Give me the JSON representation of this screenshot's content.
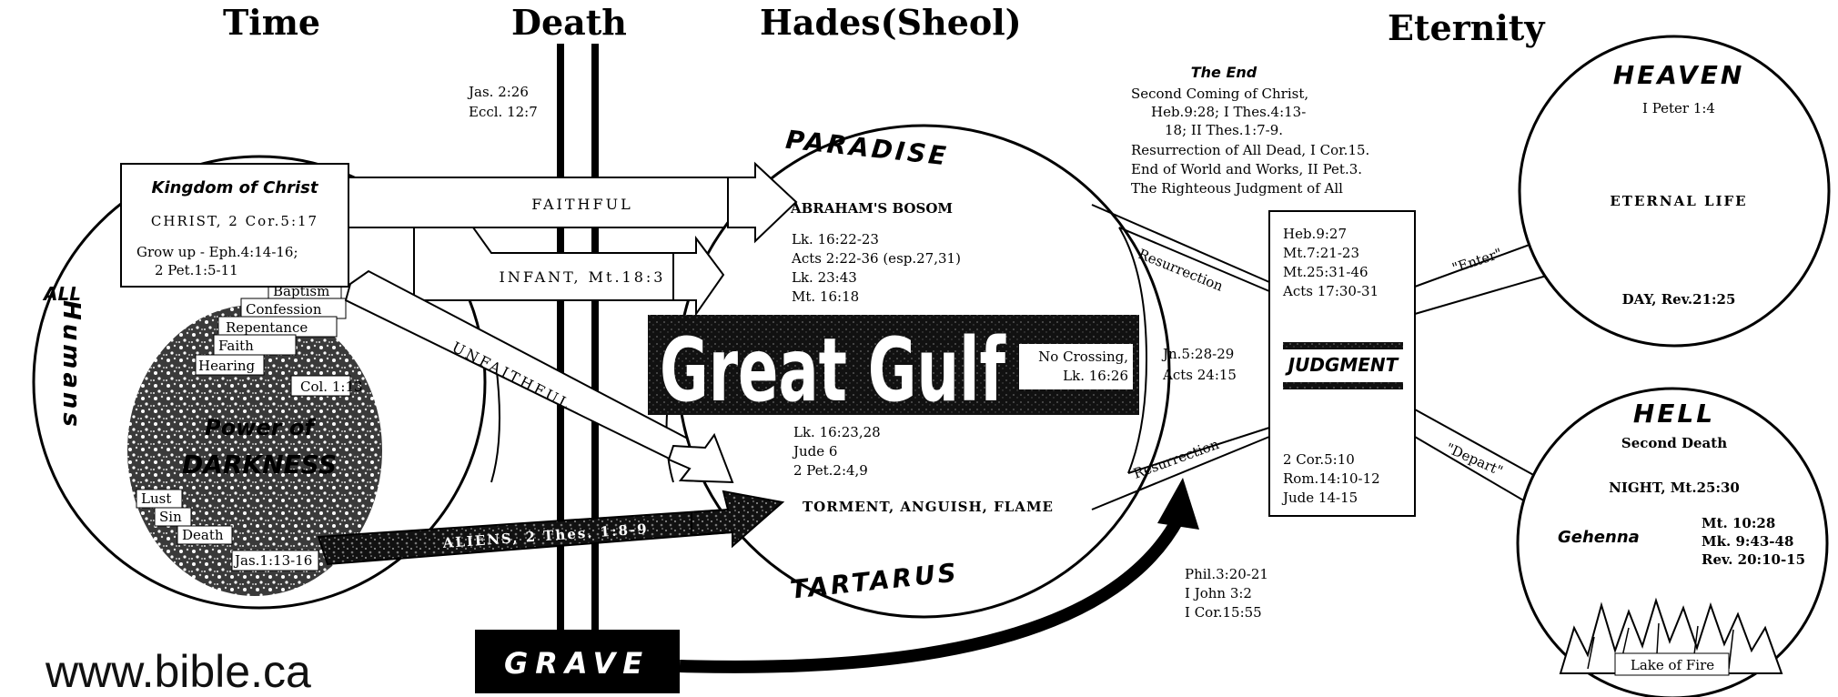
{
  "headers": {
    "time": "Time",
    "death": "Death",
    "hades": "Hades(Sheol)",
    "eternity": "Eternity"
  },
  "time_circle": {
    "all_humans_1": "ALL",
    "all_humans_2": "Humans",
    "kingdom_title": "Kingdom of Christ",
    "kingdom_ref": "CHRIST, 2 Cor.5:17",
    "grow_up_1": "Grow up - Eph.4:14-16;",
    "grow_up_2": "2 Pet.1:5-11",
    "steps": [
      "Baptism",
      "Confession",
      "Repentance",
      "Faith",
      "Hearing"
    ],
    "col_ref": "Col. 1:13",
    "power_1": "Power of",
    "power_2": "DARKNESS",
    "lust": "Lust",
    "sin": "Sin",
    "death": "Death",
    "jas_ref": "Jas.1:13-16"
  },
  "death_column": {
    "ref_1": "Jas. 2:26",
    "ref_2": "Eccl. 12:7",
    "grave": "GRAVE"
  },
  "arrows": {
    "faithful": "FAITHFUL",
    "infant": "INFANT, Mt.18:3",
    "unfaithful": "UNFAITHFUL",
    "aliens": "ALIENS, 2 Thes. 1:8-9"
  },
  "hades": {
    "paradise": "PARADISE",
    "abrahams_bosom": "ABRAHAM'S BOSOM",
    "paradise_refs": [
      "Lk. 16:22-23",
      "Acts 2:22-36 (esp.27,31)",
      "Lk. 23:43",
      "Mt. 16:18"
    ],
    "great_gulf": "Great Gulf",
    "no_crossing_1": "No Crossing,",
    "no_crossing_2": "Lk. 16:26",
    "tartarus_refs": [
      "Lk. 16:23,28",
      "Jude 6",
      "2 Pet.2:4,9"
    ],
    "torment": "TORMENT, ANGUISH, FLAME",
    "tartarus": "TARTARUS"
  },
  "resurrection": {
    "upper": "Resurrection",
    "lower": "Resurrection",
    "funnel_refs": [
      "Jn.5:28-29",
      "Acts 24:15"
    ],
    "phil_refs": [
      "Phil.3:20-21",
      "I John 3:2",
      "I Cor.15:55"
    ]
  },
  "the_end": {
    "title": "The End",
    "lines": [
      "Second Coming of Christ,",
      "Heb.9:28; I Thes.4:13-",
      "18; II Thes.1:7-9.",
      "Resurrection of All Dead, I Cor.15.",
      "End of World and Works, II Pet.3.",
      "The Righteous Judgment of All"
    ]
  },
  "judgment": {
    "label": "JUDGMENT",
    "upper_refs": [
      "Heb.9:27",
      "Mt.7:21-23",
      "Mt.25:31-46",
      "Acts 17:30-31"
    ],
    "lower_refs": [
      "2 Cor.5:10",
      "Rom.14:10-12",
      "Jude 14-15"
    ],
    "enter": "\"Enter\"",
    "depart": "\"Depart\""
  },
  "heaven": {
    "title": "HEAVEN",
    "ref": "I Peter 1:4",
    "eternal_life": "ETERNAL LIFE",
    "day": "DAY, Rev.21:25"
  },
  "hell": {
    "title": "HELL",
    "second_death": "Second Death",
    "night": "NIGHT, Mt.25:30",
    "gehenna": "Gehenna",
    "refs": [
      "Mt. 10:28",
      "Mk. 9:43-48",
      "Rev. 20:10-15"
    ],
    "lake_of_fire": "Lake of Fire"
  },
  "footer": {
    "url": "www.bible.ca"
  }
}
